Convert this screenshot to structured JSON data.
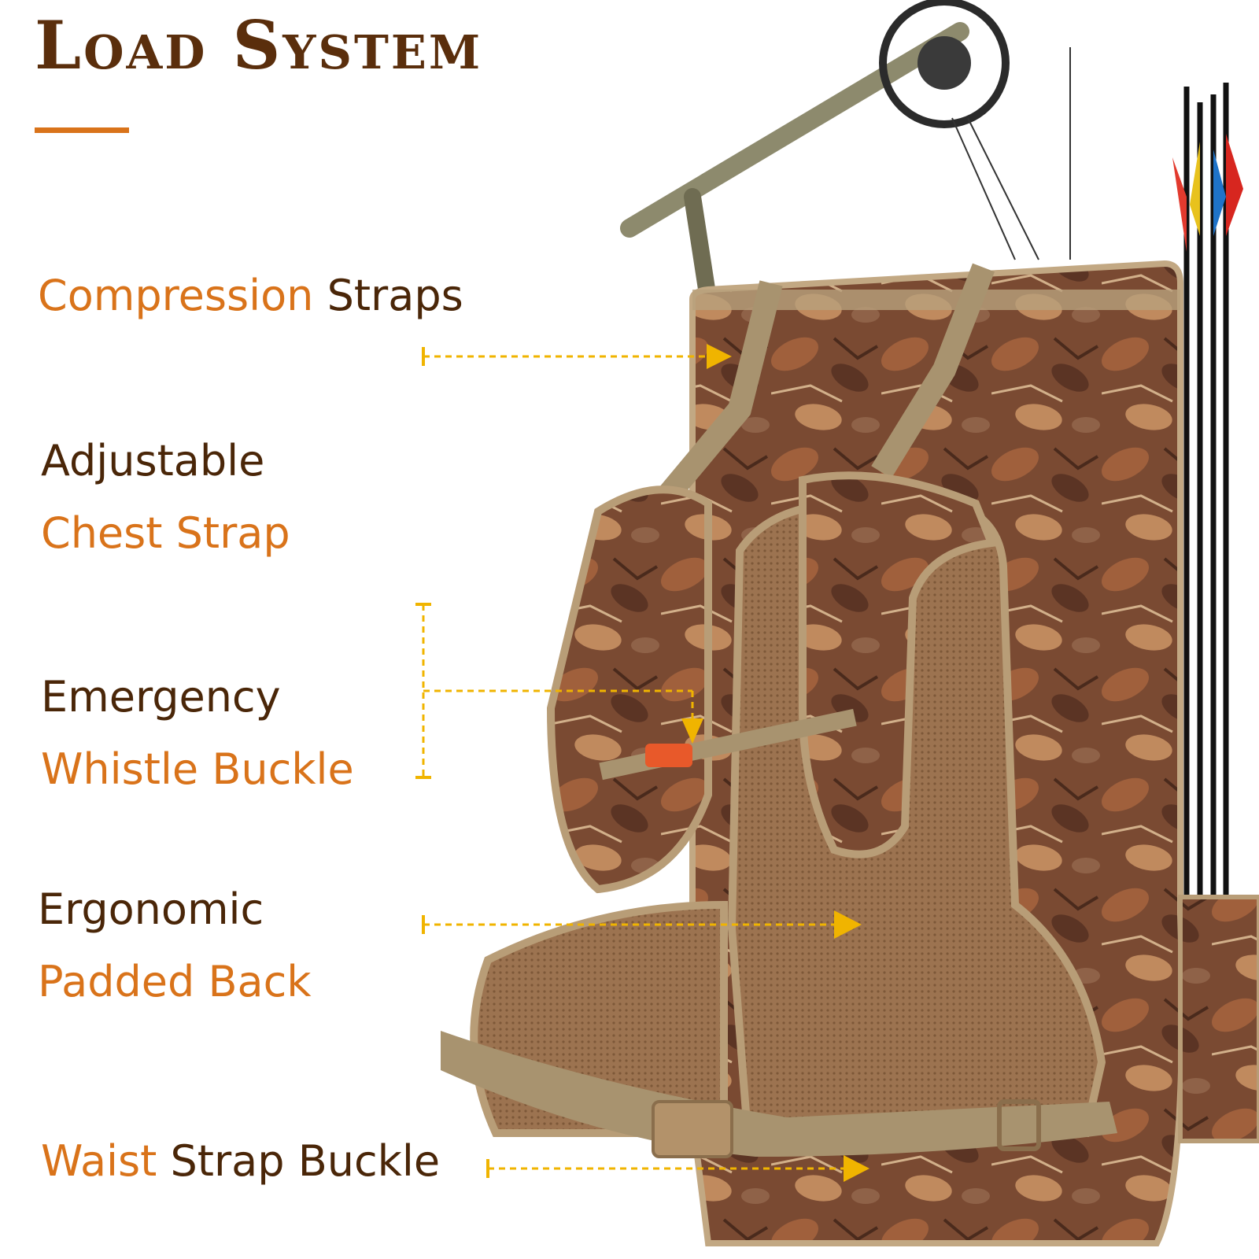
{
  "title": "Load System",
  "features": {
    "compression_straps": {
      "part1": "Compression",
      "part2": "Straps"
    },
    "chest_strap": {
      "line1": "Adjustable",
      "line2": "Chest Strap"
    },
    "whistle_buckle": {
      "line1": "Emergency",
      "line2": "Whistle Buckle"
    },
    "padded_back": {
      "line1": "Ergonomic",
      "line2": "Padded Back"
    },
    "waist_buckle": {
      "part1": "Waist",
      "part2": "Strap Buckle"
    }
  },
  "colors": {
    "title": "#5a2e0c",
    "accent": "#d9731a",
    "text_dark": "#4a2608",
    "arrow": "#f0b400"
  }
}
